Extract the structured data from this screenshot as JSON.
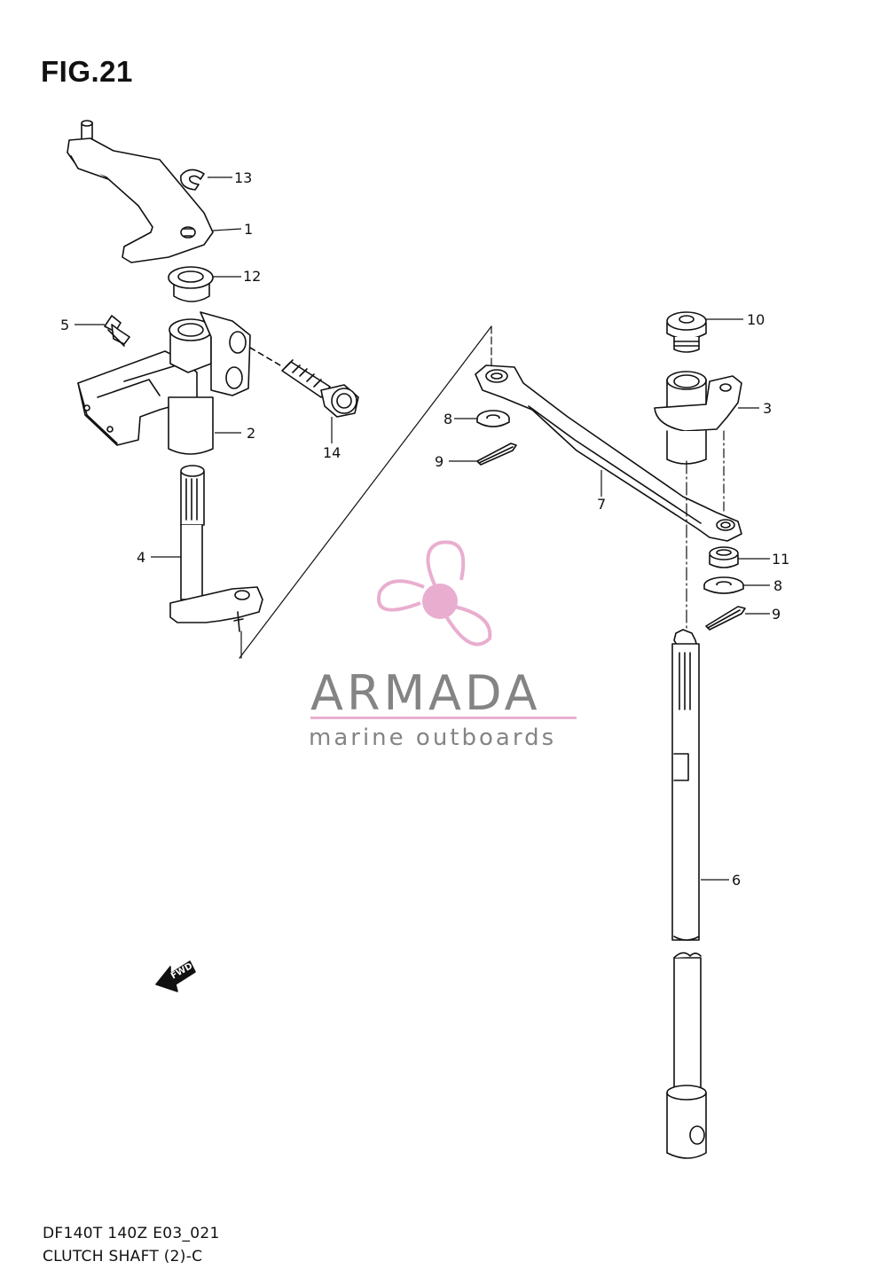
{
  "figure": {
    "title": "FIG.21",
    "footer_code": "DF140T 140Z E03_021",
    "footer_name": "CLUTCH SHAFT (2)-C"
  },
  "watermark": {
    "brand": "ARMADA",
    "tagline": "marine outboards",
    "accent_color": "#e8a8cc"
  },
  "direction_marker": {
    "text": "FWD",
    "icon": "fwd-arrow-icon"
  },
  "callouts": [
    {
      "id": "callout-13",
      "number": "13"
    },
    {
      "id": "callout-1",
      "number": "1"
    },
    {
      "id": "callout-12",
      "number": "12"
    },
    {
      "id": "callout-5",
      "number": "5"
    },
    {
      "id": "callout-2",
      "number": "2"
    },
    {
      "id": "callout-14",
      "number": "14"
    },
    {
      "id": "callout-4",
      "number": "4"
    },
    {
      "id": "callout-10",
      "number": "10"
    },
    {
      "id": "callout-3",
      "number": "3"
    },
    {
      "id": "callout-8a",
      "number": "8"
    },
    {
      "id": "callout-9a",
      "number": "9"
    },
    {
      "id": "callout-7",
      "number": "7"
    },
    {
      "id": "callout-11",
      "number": "11"
    },
    {
      "id": "callout-8b",
      "number": "8"
    },
    {
      "id": "callout-9b",
      "number": "9"
    },
    {
      "id": "callout-6",
      "number": "6"
    }
  ],
  "colors": {
    "line": "#111111",
    "part_fill": "#ffffff"
  }
}
